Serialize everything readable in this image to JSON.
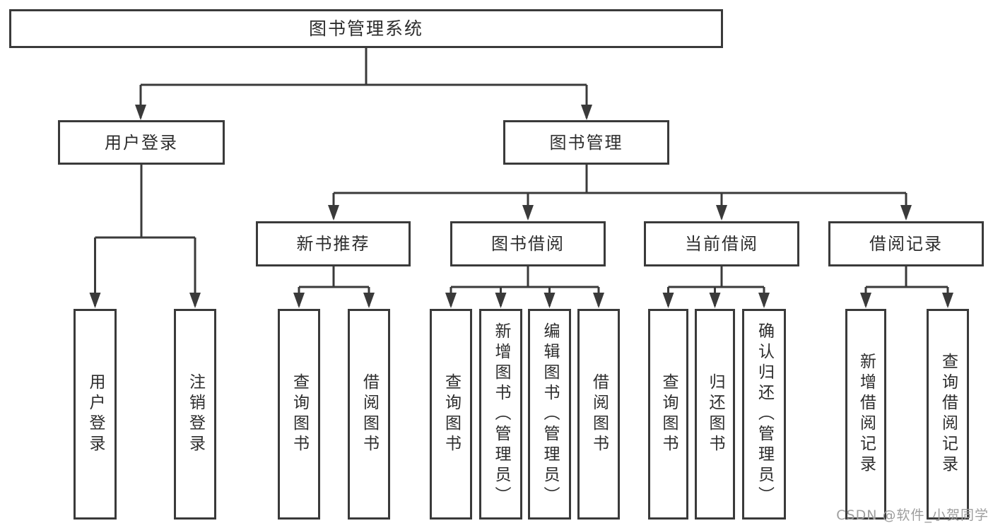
{
  "diagram": {
    "type": "hierarchy-tree",
    "tree": {
      "label": "图书管理系统",
      "children": [
        {
          "label": "用户登录",
          "children": [
            {
              "label": "用户登录"
            },
            {
              "label": "注销登录"
            }
          ]
        },
        {
          "label": "图书管理",
          "children": [
            {
              "label": "新书推荐",
              "children": [
                {
                  "label": "查询图书"
                },
                {
                  "label": "借阅图书"
                }
              ]
            },
            {
              "label": "图书借阅",
              "children": [
                {
                  "label": "查询图书"
                },
                {
                  "label": "新增图书（管理员）"
                },
                {
                  "label": "编辑图书（管理员）"
                },
                {
                  "label": "借阅图书"
                }
              ]
            },
            {
              "label": "当前借阅",
              "children": [
                {
                  "label": "查询图书"
                },
                {
                  "label": "归还图书"
                },
                {
                  "label": "确认归还（管理员）"
                }
              ]
            },
            {
              "label": "借阅记录",
              "children": [
                {
                  "label": "新增借阅记录"
                },
                {
                  "label": "查询借阅记录"
                }
              ]
            }
          ]
        }
      ]
    }
  },
  "watermark": {
    "text": "CSDN @软件_小贺同学"
  },
  "colors": {
    "background": "#ffffff",
    "line": "#3a3a3a",
    "box_border": "#3a3a3a",
    "text": "#2d2d2d",
    "watermark_text": "#9e9e9e"
  }
}
